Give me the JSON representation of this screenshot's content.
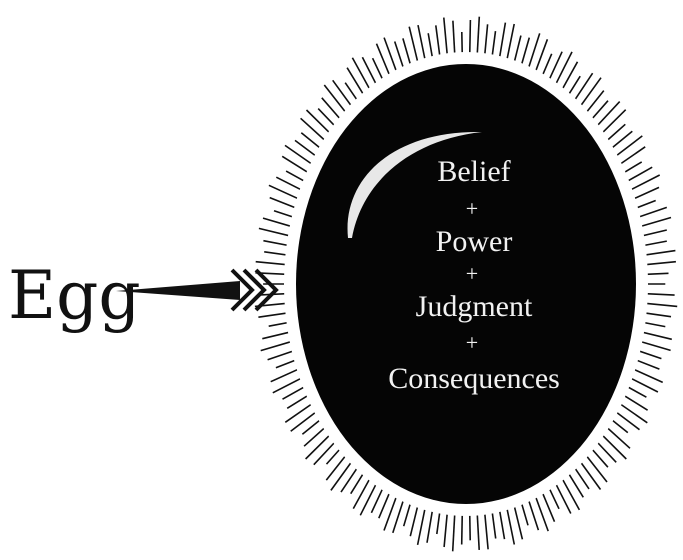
{
  "label": "Egg",
  "lines": [
    "Belief",
    "+",
    "Power",
    "+",
    "Judgment",
    "+",
    "Consequences"
  ],
  "colors": {
    "ink": "#111111",
    "egg_fill": "#050505",
    "text": "#f2f2f2"
  }
}
